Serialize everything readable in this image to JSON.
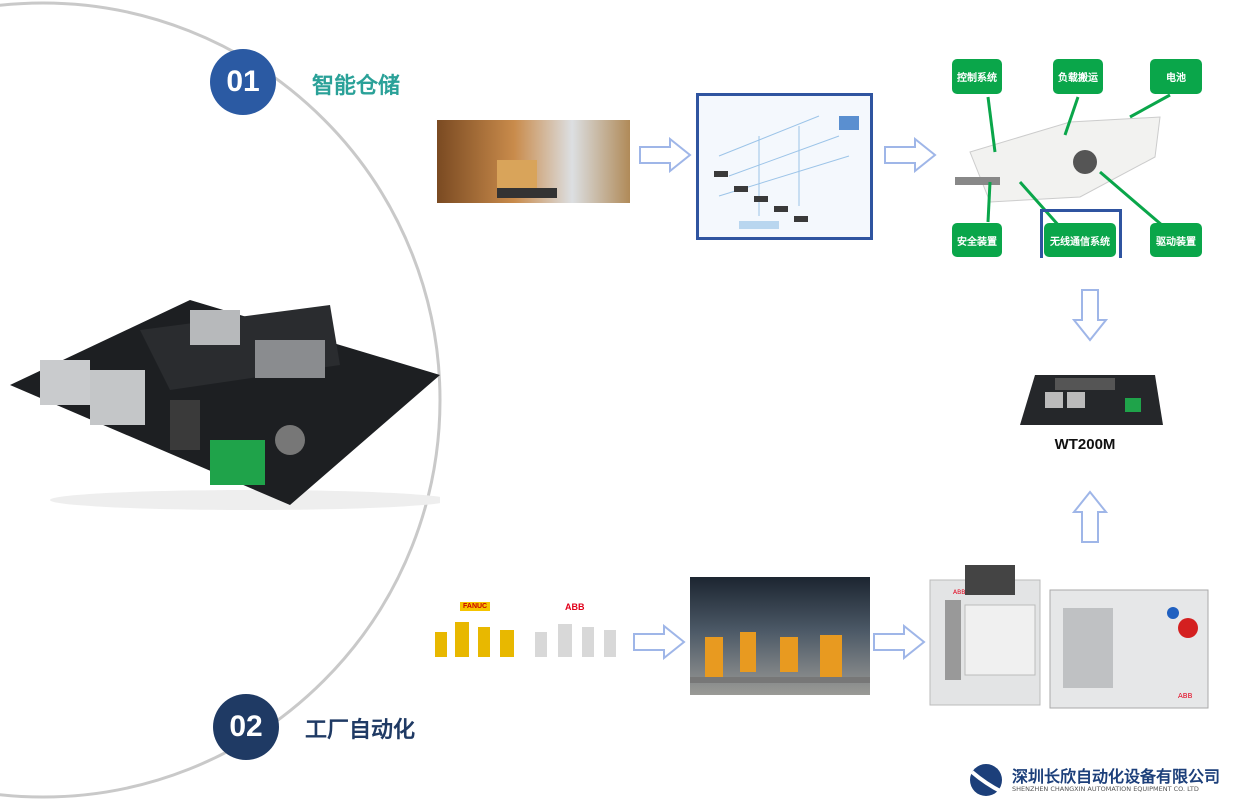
{
  "sections": [
    {
      "number": "01",
      "title": "智能仓储",
      "color": "#2b5aa3",
      "title_color": "#2aa198"
    },
    {
      "number": "02",
      "title": "工厂自动化",
      "color": "#1f3a64",
      "title_color": "#1f3a64"
    }
  ],
  "agv_labels": {
    "control": "控制系统",
    "load": "负载搬运",
    "battery": "电池",
    "safety": "安全装置",
    "wireless": "无线通信系统",
    "drive": "驱动装置"
  },
  "robot_brands": {
    "fanuc": "FANUC",
    "abb": "ABB"
  },
  "product": {
    "name": "WT200M"
  },
  "company": {
    "name_cn": "深圳长欣自动化设备有限公司",
    "name_en": "SHENZHEN CHANGXIN AUTOMATION EQUIPMENT CO. LTD"
  }
}
